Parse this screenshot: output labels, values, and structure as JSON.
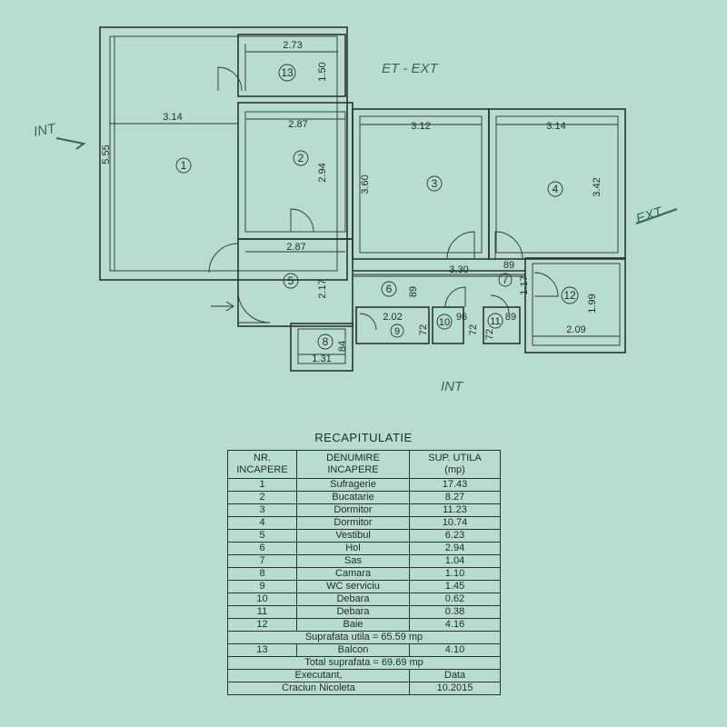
{
  "plan": {
    "room_numbers": [
      "1",
      "2",
      "3",
      "4",
      "5",
      "6",
      "7",
      "8",
      "9",
      "10",
      "11",
      "12",
      "13"
    ],
    "dimensions": {
      "r13_width": "2.73",
      "r13_height": "1.50",
      "r1_width": "3.14",
      "r1_height": "5.55",
      "r2_width": "2.87",
      "r2_height": "2.94",
      "r3_width": "3.12",
      "r3_height": "3.60",
      "r4_width": "3.14",
      "r4_height": "3.42",
      "r5_width": "2.87",
      "r5_height": "2.17",
      "r6_width": "3.30",
      "r6_height": "89",
      "r7_top": "89",
      "r7_height": "1.17",
      "r8_width": "1.31",
      "r8_height": "84",
      "r9_width": "2.02",
      "r9_height": "72",
      "r10_width": "96",
      "r10_height": "72",
      "r11_width": "89",
      "r11_height": "72",
      "r12_width": "2.09",
      "r12_height": "1.99"
    },
    "annotations": {
      "top": "ET - EXT",
      "left": "INT",
      "right": "EXT",
      "bottom": "INT"
    }
  },
  "recap": {
    "title": "RECAPITULATIE",
    "headers": {
      "nr": [
        "NR.",
        "INCAPERE"
      ],
      "name": [
        "DENUMIRE",
        "INCAPERE"
      ],
      "area": [
        "SUP. UTILA",
        "(mp)"
      ]
    },
    "rooms": [
      {
        "nr": "1",
        "name": "Sufragerie",
        "area": "17.43"
      },
      {
        "nr": "2",
        "name": "Bucatarie",
        "area": "8.27"
      },
      {
        "nr": "3",
        "name": "Dormitor",
        "area": "11.23"
      },
      {
        "nr": "4",
        "name": "Dormitor",
        "area": "10.74"
      },
      {
        "nr": "5",
        "name": "Vestibul",
        "area": "6.23"
      },
      {
        "nr": "6",
        "name": "Hol",
        "area": "2.94"
      },
      {
        "nr": "7",
        "name": "Sas",
        "area": "1.04"
      },
      {
        "nr": "8",
        "name": "Camara",
        "area": "1.10"
      },
      {
        "nr": "9",
        "name": "WC serviciu",
        "area": "1.45"
      },
      {
        "nr": "10",
        "name": "Debara",
        "area": "0.62"
      },
      {
        "nr": "11",
        "name": "Debara",
        "area": "0.38"
      },
      {
        "nr": "12",
        "name": "Baie",
        "area": "4.16"
      }
    ],
    "useful_total": "Suprafata utila = 65.59 mp",
    "balcony": {
      "nr": "13",
      "name": "Balcon",
      "area": "4.10"
    },
    "grand_total": "Total suprafata = 69.69 mp",
    "executor_label": "Executant,",
    "date_label": "Data",
    "executor_name": "Craciun Nicoleta",
    "date_value": "10.2015"
  },
  "colors": {
    "paper": "#b9dcd0",
    "ink": "#2a3434",
    "handwriting": "#2f6b4a"
  }
}
